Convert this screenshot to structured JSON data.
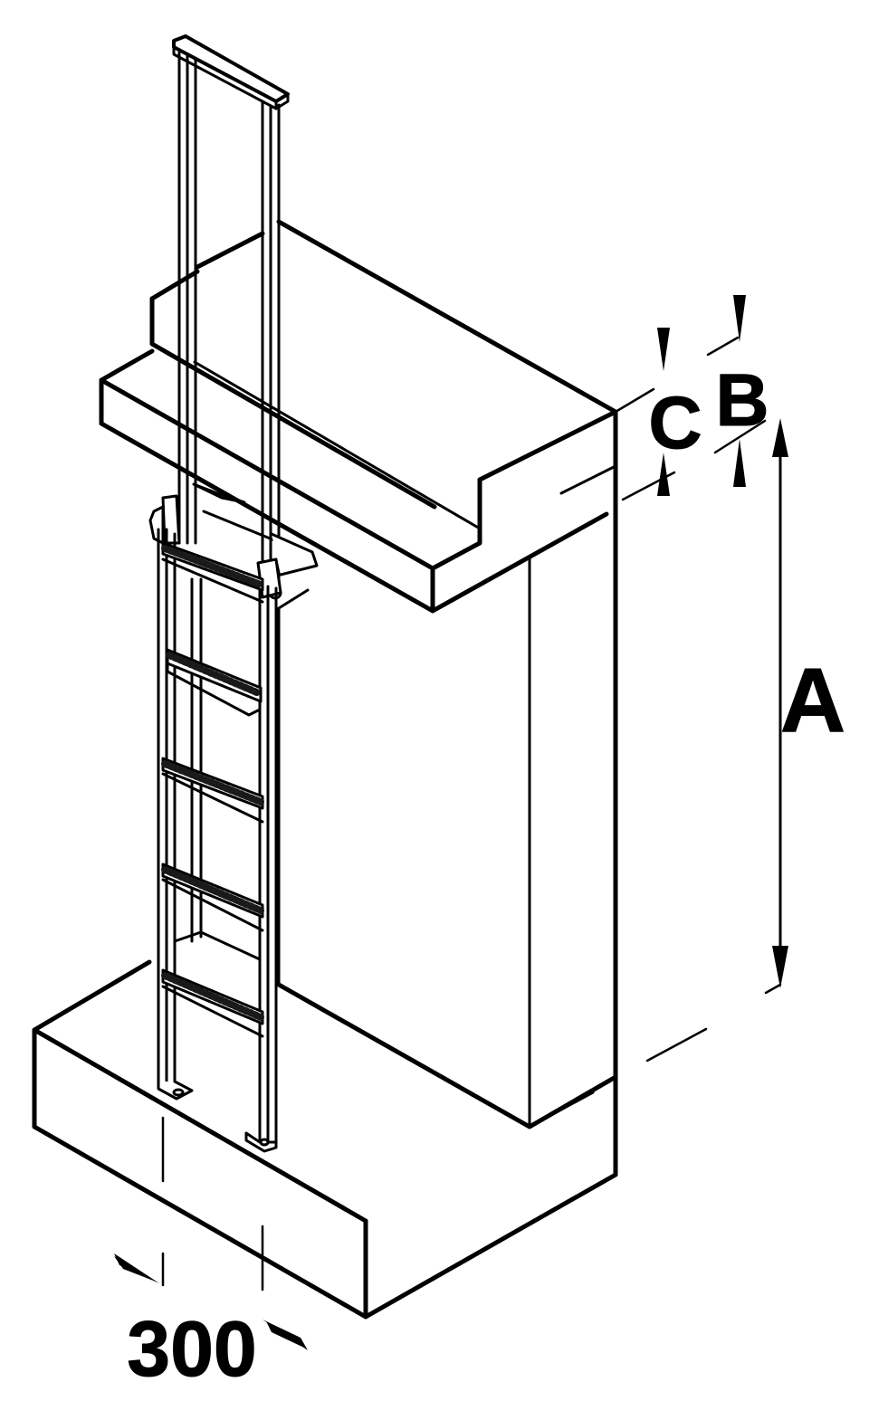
{
  "labels": {
    "a": "A",
    "b": "B",
    "c": "C",
    "width": "300"
  },
  "colors": {
    "line": "#000000",
    "background": "#ffffff",
    "tread": "#1a1a1a"
  },
  "components": {
    "ladder_rungs": 5,
    "mounting_brackets": 2,
    "foot_plates": 2
  }
}
